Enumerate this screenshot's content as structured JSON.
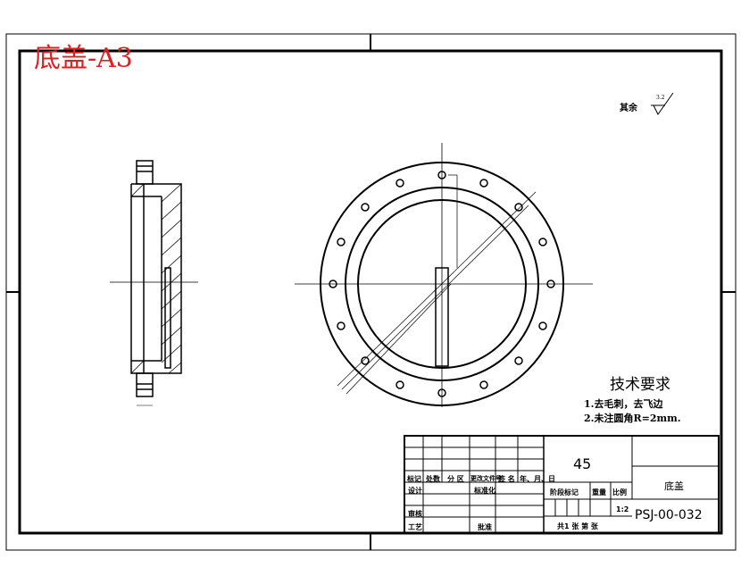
{
  "sheet_title": "底盖-A3",
  "roughness_note": {
    "prefix": "其余",
    "value": "3.2"
  },
  "technical_requirements": {
    "heading": "技术要求",
    "items": [
      "1.去毛刺，去飞边",
      "2.未注圆角R=2mm."
    ]
  },
  "title_block": {
    "material": "45",
    "part_name": "底盖",
    "drawing_number": "PSJ-00-032",
    "scale": "1:2",
    "revision_header": [
      "标记",
      "处数",
      "分 区",
      "更改文件号",
      "签 名",
      "年、月、日"
    ],
    "design": "设计",
    "standardization": "标准化",
    "review": "审核",
    "process": "工艺",
    "approve": "批准",
    "stage_mark": "阶段标记",
    "weight": "重量",
    "scale_label": "比例",
    "sheet_info": "共1 张 第 张"
  },
  "colors": {
    "line": "#000000",
    "title": "#e02020"
  }
}
